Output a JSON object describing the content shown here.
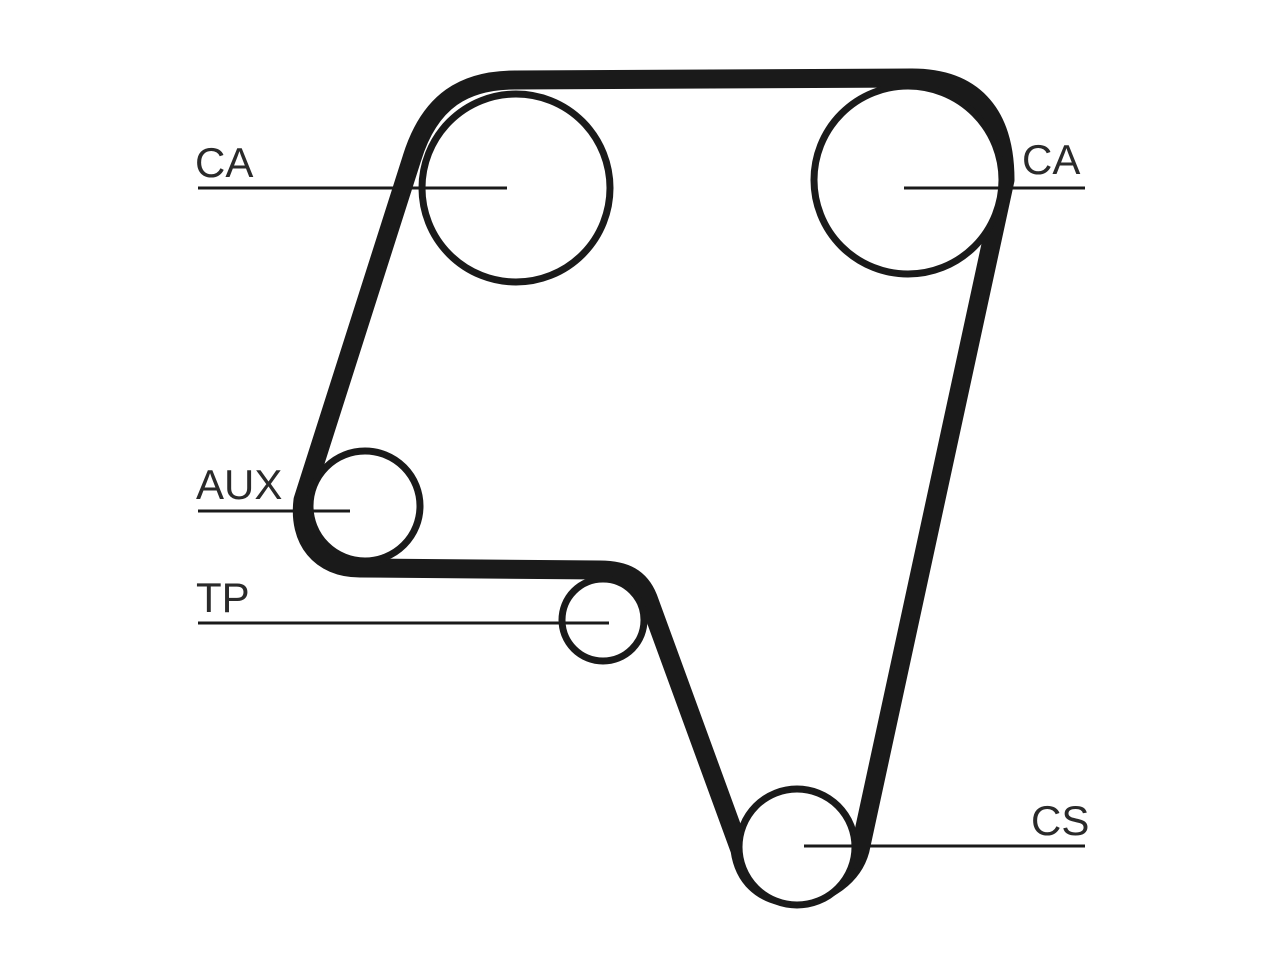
{
  "labels": {
    "camshaft_left": "CA",
    "camshaft_right": "CA",
    "auxiliary": "AUX",
    "tensioner": "TP",
    "crankshaft": "CS"
  },
  "colors": {
    "belt": "#1a1a1a",
    "line": "#1a1a1a",
    "text": "#2a2a2a",
    "background": "#ffffff"
  }
}
